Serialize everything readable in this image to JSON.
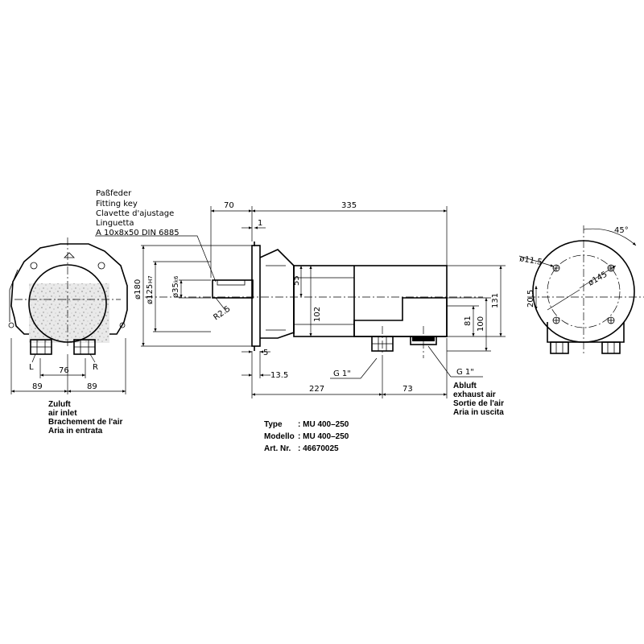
{
  "key_label": {
    "line1": "Paßfeder",
    "line2": "Fitting  key",
    "line3": "Clavette d'ajustage",
    "line4": "Linguetta",
    "line5": "A  10x8x50  DIN  6885"
  },
  "dimensions": {
    "d70": "70",
    "d335": "335",
    "d1": "1",
    "d180": "ø180",
    "d125": "ø125",
    "d125_tol": "H7",
    "d35": "ø35",
    "d35_tol": "k6",
    "d55": "55",
    "d102": "102",
    "r25": "R2.5",
    "d131": "131",
    "d100": "100",
    "d81": "81",
    "d5": "5",
    "d135": "13.5",
    "d227": "227",
    "d73": "73",
    "d89a": "89",
    "d89b": "89",
    "d76": "76",
    "d205": "20.5",
    "d115": "ø11.5",
    "d145": "ø145",
    "angle45": "45°"
  },
  "ports": {
    "left": "L",
    "right": "R",
    "g1_inlet": "G 1\"",
    "g1_exhaust": "G 1\""
  },
  "inlet_label": {
    "line1": "Zuluft",
    "line2": "air inlet",
    "line3": "Brachement de l'air",
    "line4": "Aria in entrata"
  },
  "exhaust_label": {
    "line1": "Abluft",
    "line2": "exhaust air",
    "line3": "Sortie de l'air",
    "line4": "Aria in uscita"
  },
  "titleblock": {
    "type_label": "Type",
    "type_value": ":  MU  400–250",
    "model_label": "Modello",
    "model_value": ":  MU  400–250",
    "art_label": "Art. Nr.",
    "art_value": ":    46670025"
  }
}
